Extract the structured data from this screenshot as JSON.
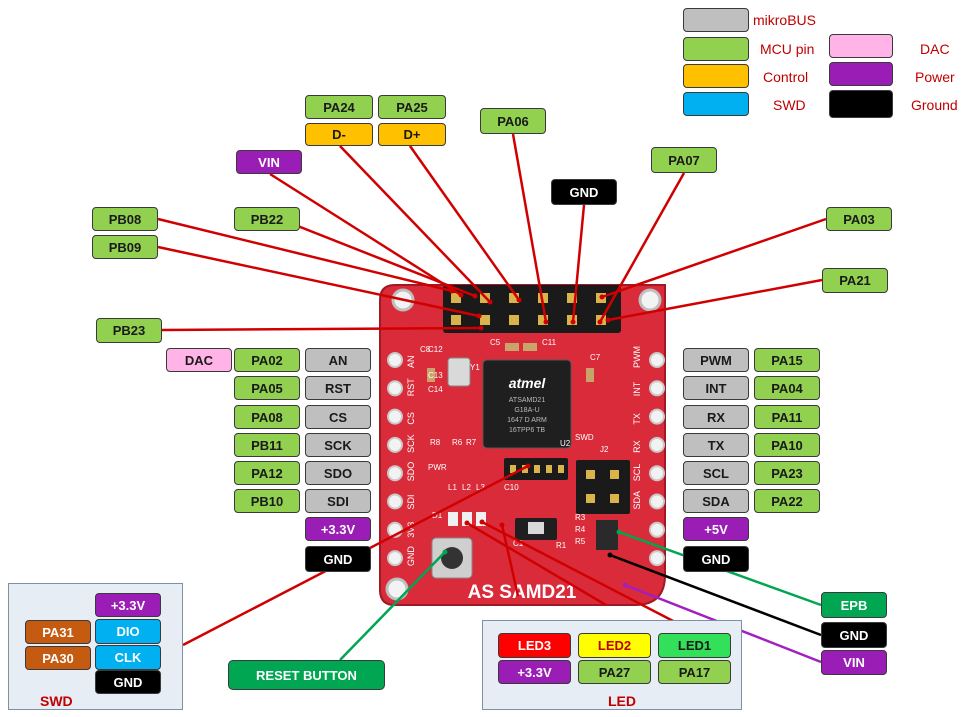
{
  "colors": {
    "mikrobus": "#bfbfbf",
    "mcu_pin": "#92d050",
    "control": "#ffc000",
    "swd": "#00b0f0",
    "dac": "#ffb3e6",
    "power": "#9a1eb5",
    "ground": "#000000",
    "orange_pin": "#c55a11",
    "reset": "#00a651",
    "led_red": "#ff0000",
    "led_yellow": "#ffff00",
    "led_green": "#33e05a",
    "line_red": "#d10000",
    "line_green": "#00a651",
    "line_black": "#000000",
    "line_purple": "#a020c0",
    "board_red": "#d92b3a",
    "header_black": "#1a1a1a"
  },
  "legend": {
    "mikrobus": "mikroBUS",
    "mcu_pin": "MCU pin",
    "control": "Control",
    "swd": "SWD",
    "dac": "DAC",
    "power": "Power",
    "ground": "Ground"
  },
  "top_header": {
    "pa24": "PA24",
    "pa25": "PA25",
    "d_minus": "D-",
    "d_plus": "D+",
    "pa06": "PA06",
    "vin": "VIN",
    "gnd": "GND",
    "pa07": "PA07",
    "pb08": "PB08",
    "pb22": "PB22",
    "pa03": "PA03",
    "pb09": "PB09",
    "pa21": "PA21",
    "pb23": "PB23"
  },
  "left_pins": {
    "dac": "DAC",
    "mcu": [
      "PA02",
      "PA05",
      "PA08",
      "PB11",
      "PA12",
      "PB10"
    ],
    "bus": [
      "AN",
      "RST",
      "CS",
      "SCK",
      "SDO",
      "SDI"
    ],
    "power": "+3.3V",
    "ground": "GND"
  },
  "right_pins": {
    "bus": [
      "PWM",
      "INT",
      "RX",
      "TX",
      "SCL",
      "SDA"
    ],
    "mcu": [
      "PA15",
      "PA04",
      "PA11",
      "PA10",
      "PA23",
      "PA22"
    ],
    "power": "+5V",
    "ground": "GND"
  },
  "board": {
    "title": "AS SAMD21",
    "chip_brand": "atmel",
    "chip_lines": [
      "ATSAMD21",
      "G18A-U",
      "1647 D ARM",
      "16TPP6 TB"
    ],
    "silk_left": [
      "AN",
      "RST",
      "CS",
      "SCK",
      "SDO",
      "SDI",
      "3V3",
      "GND"
    ],
    "silk_right": [
      "PWM",
      "INT",
      "TX",
      "RX",
      "SCL",
      "SDA"
    ],
    "silk_parts": [
      "C8",
      "C12",
      "C13",
      "C14",
      "C11",
      "C7",
      "C5",
      "R8",
      "R6",
      "R7",
      "U2",
      "SWD",
      "J2",
      "R3",
      "R4",
      "R5",
      "R1",
      "PWR",
      "L1",
      "L2",
      "L3",
      "C10",
      "Y1",
      "D1",
      "C1"
    ]
  },
  "right_callouts": {
    "epb": "EPB",
    "gnd": "GND",
    "vin": "VIN"
  },
  "reset": "RESET BUTTON",
  "swd_panel": {
    "title": "SWD",
    "power": "+3.3V",
    "pa31": "PA31",
    "dio": "DIO",
    "pa30": "PA30",
    "clk": "CLK",
    "gnd": "GND"
  },
  "led_panel": {
    "title": "LED",
    "led3": "LED3",
    "led2": "LED2",
    "led1": "LED1",
    "power": "+3.3V",
    "pa27": "PA27",
    "pa17": "PA17"
  }
}
